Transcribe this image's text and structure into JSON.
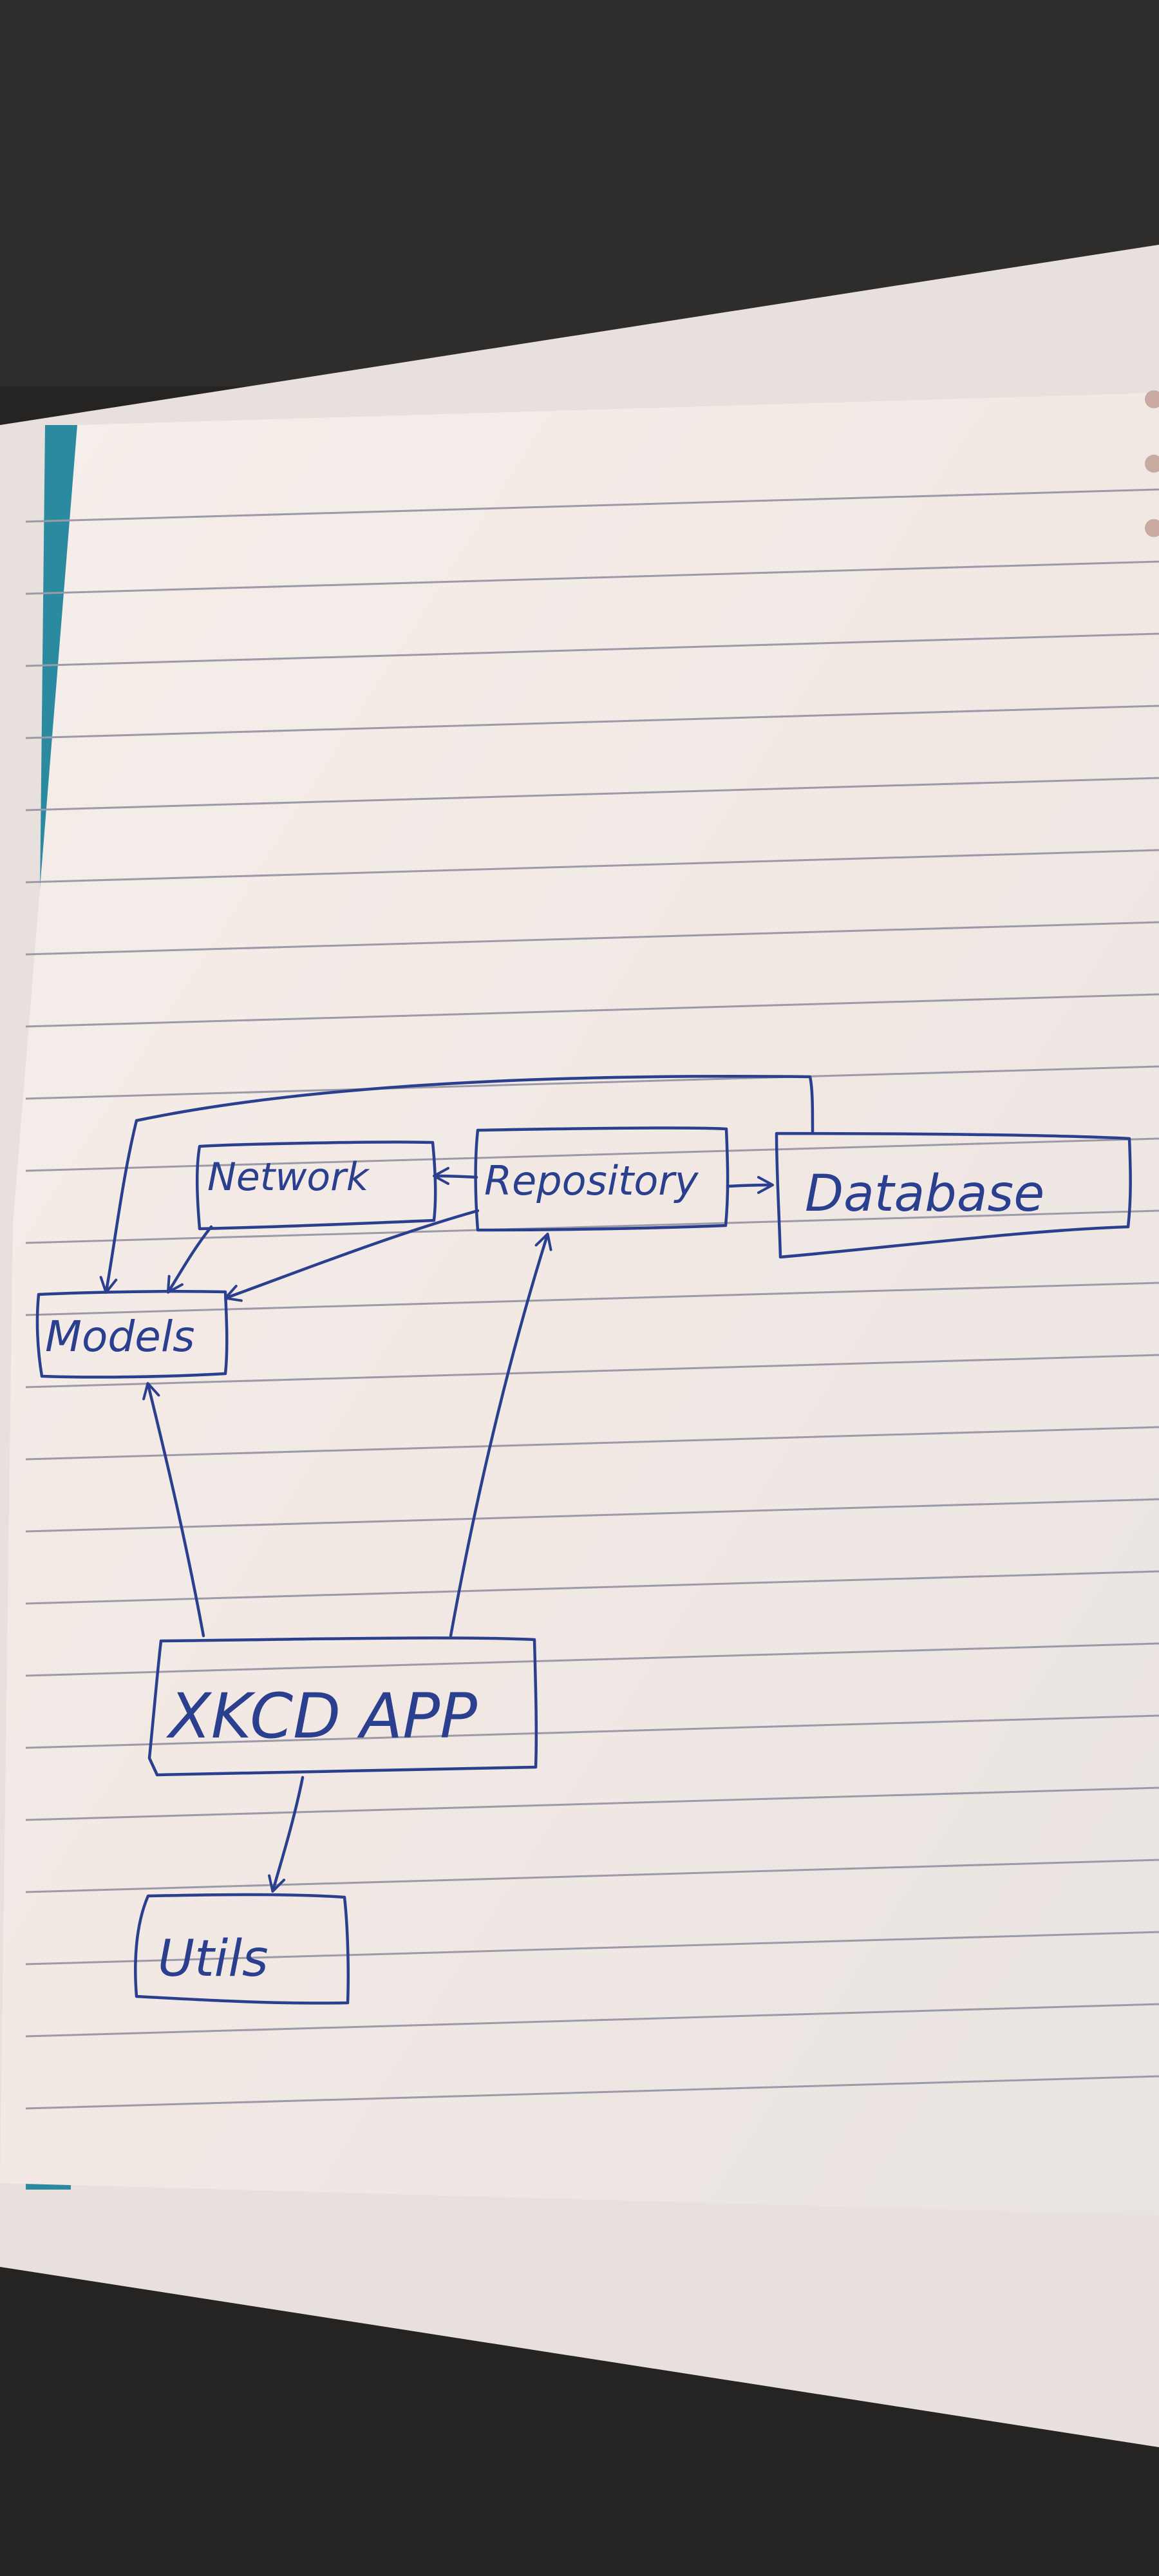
{
  "diagram": {
    "nodes": {
      "network": "Network",
      "repository": "Repository",
      "database": "Database",
      "models": "Models",
      "xkcd_app": "XKCD APP",
      "utils": "Utils"
    },
    "edges": [
      {
        "from": "repository",
        "to": "network"
      },
      {
        "from": "repository",
        "to": "database"
      },
      {
        "from": "repository",
        "to": "models"
      },
      {
        "from": "network",
        "to": "models"
      },
      {
        "from": "database",
        "to": "models"
      },
      {
        "from": "xkcd_app",
        "to": "models"
      },
      {
        "from": "xkcd_app",
        "to": "repository"
      },
      {
        "from": "xkcd_app",
        "to": "utils"
      }
    ]
  },
  "colors": {
    "ink": "#2b3f8f",
    "paper": "#f3ede8",
    "rule_line": "#9a9aa8",
    "glitter_cover": "#2a8aa0",
    "background": "#2a2826"
  }
}
